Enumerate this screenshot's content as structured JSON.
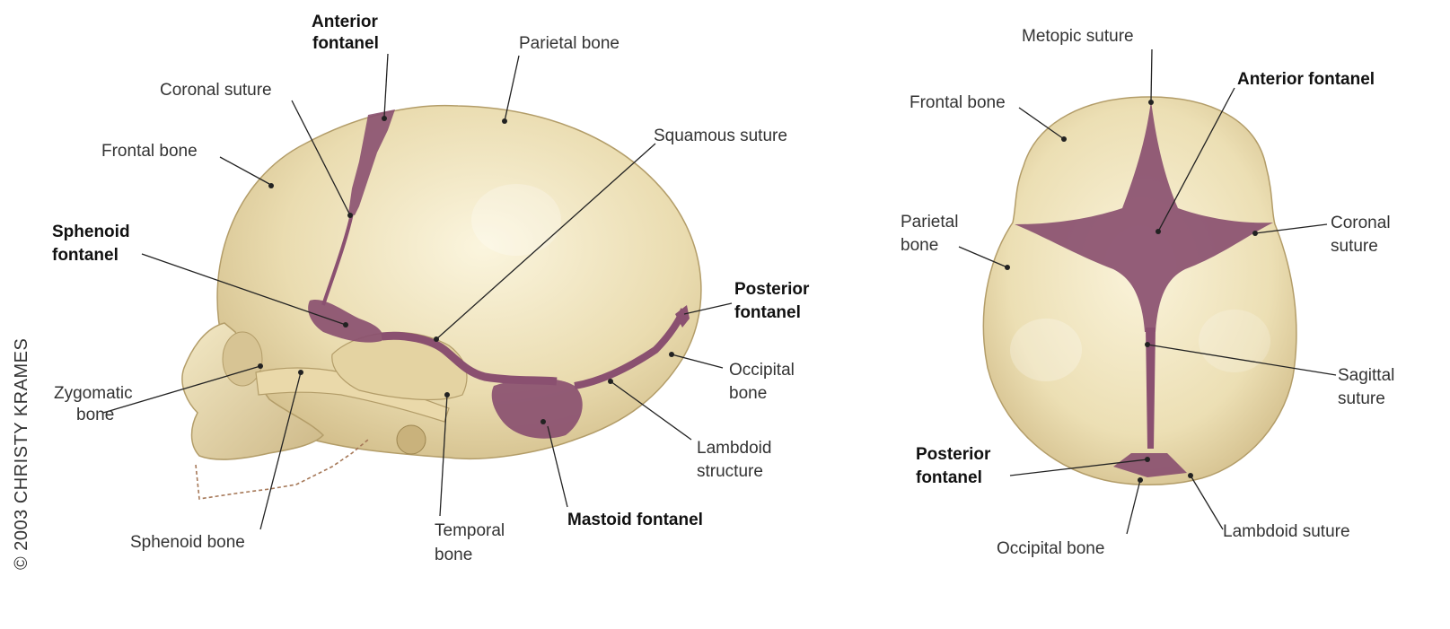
{
  "credit": "© 2003 CHRISTY KRAMES",
  "colors": {
    "bone": "#e9dcb3",
    "bone_shadow": "#c8b584",
    "fontanel": "#8a5070",
    "leader": "#222222"
  },
  "lateral_view": {
    "labels": {
      "anterior_fontanel_1": "Anterior",
      "anterior_fontanel_2": "fontanel",
      "parietal_bone": "Parietal bone",
      "coronal_suture": "Coronal suture",
      "frontal_bone": "Frontal bone",
      "squamous_suture": "Squamous suture",
      "sphenoid_fontanel_1": "Sphenoid",
      "sphenoid_fontanel_2": "fontanel",
      "posterior_fontanel_1": "Posterior",
      "posterior_fontanel_2": "fontanel",
      "zygomatic_bone_1": "Zygomatic",
      "zygomatic_bone_2": "bone",
      "occipital_bone_1": "Occipital",
      "occipital_bone_2": "bone",
      "lambdoid_structure_1": "Lambdoid",
      "lambdoid_structure_2": "structure",
      "sphenoid_bone": "Sphenoid bone",
      "temporal_bone_1": "Temporal",
      "temporal_bone_2": "bone",
      "mastoid_fontanel": "Mastoid fontanel"
    }
  },
  "top_view": {
    "labels": {
      "metopic_suture": "Metopic suture",
      "anterior_fontanel": "Anterior fontanel",
      "frontal_bone": "Frontal bone",
      "parietal_bone_1": "Parietal",
      "parietal_bone_2": "bone",
      "coronal_suture_1": "Coronal",
      "coronal_suture_2": "suture",
      "sagittal_suture_1": "Sagittal",
      "sagittal_suture_2": "suture",
      "posterior_fontanel_1": "Posterior",
      "posterior_fontanel_2": "fontanel",
      "lambdoid_suture": "Lambdoid suture",
      "occipital_bone": "Occipital bone"
    }
  }
}
